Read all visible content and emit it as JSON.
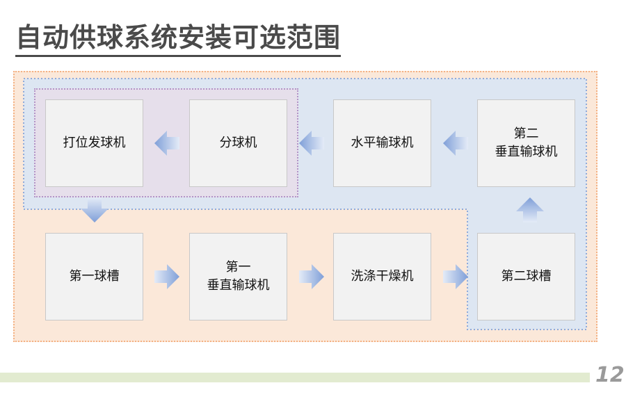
{
  "title": "自动供球系统安装可选范围",
  "boxes": {
    "tee_launcher": "打位发球机",
    "ball_splitter": "分球机",
    "horizontal_conveyor": "水平输球机",
    "second_vertical_conveyor": "第二\n垂直输球机",
    "first_trough": "第一球槽",
    "first_vertical_conveyor": "第一\n垂直输球机",
    "washer_dryer": "洗涤干燥机",
    "second_trough": "第二球槽"
  },
  "page_number": "12",
  "colors": {
    "outer_region_fill": "#fbe8d9",
    "outer_region_border": "#f4b183",
    "blue_region_fill": "#dde6f2",
    "blue_region_border": "#8eaadb",
    "purple_region_fill": "#e6dfeb",
    "purple_region_border": "#b294c7",
    "arrow": "#8fa9dc"
  }
}
